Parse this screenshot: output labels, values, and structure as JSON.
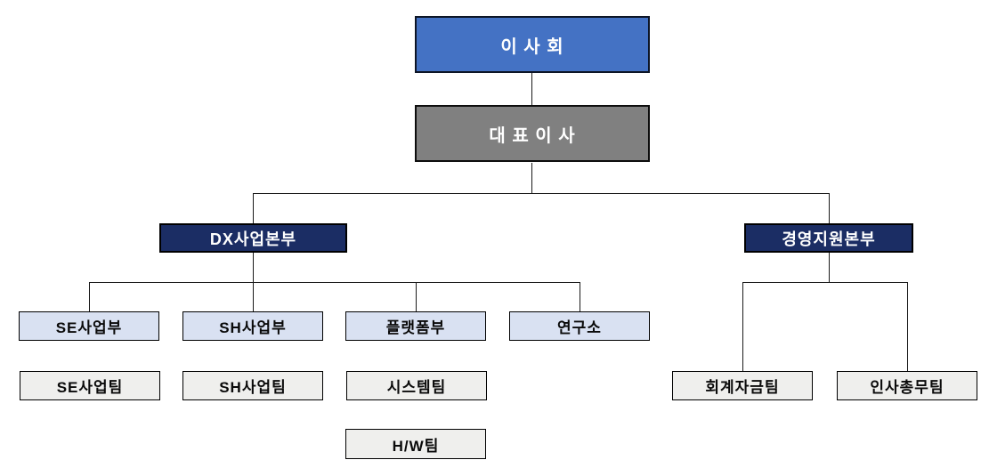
{
  "chart_type": "org-chart",
  "nodes": {
    "board": {
      "label": "이 사 회"
    },
    "ceo": {
      "label": "대 표 이 사"
    },
    "dx": {
      "label": "DX사업본부"
    },
    "mgmt": {
      "label": "경영지원본부"
    },
    "se_dept": {
      "label": "SE사업부"
    },
    "sh_dept": {
      "label": "SH사업부"
    },
    "platform": {
      "label": "플랫폼부"
    },
    "research": {
      "label": "연구소"
    },
    "se_team": {
      "label": "SE사업팀"
    },
    "sh_team": {
      "label": "SH사업팀"
    },
    "system_team": {
      "label": "시스템팀"
    },
    "hw_team": {
      "label": "H/W팀"
    },
    "accounting_team": {
      "label": "회계자금팀"
    },
    "hr_team": {
      "label": "인사총무팀"
    }
  },
  "hierarchy": {
    "board": [
      "ceo"
    ],
    "ceo": [
      "dx",
      "mgmt"
    ],
    "dx": [
      "se_dept",
      "sh_dept",
      "platform",
      "research"
    ],
    "mgmt": [
      "accounting_team",
      "hr_team"
    ]
  },
  "colors": {
    "board_fill": "#4472C4",
    "ceo_fill": "#808080",
    "division_fill": "#1B2D64",
    "dept_fill": "#D9E1F2",
    "team_fill": "#EFEFED",
    "box_border": "#000000",
    "connector": "#1A1A1A",
    "background": "#FFFFFF",
    "light_text": "#FFFFFF",
    "dark_text": "#0A0A0A"
  }
}
